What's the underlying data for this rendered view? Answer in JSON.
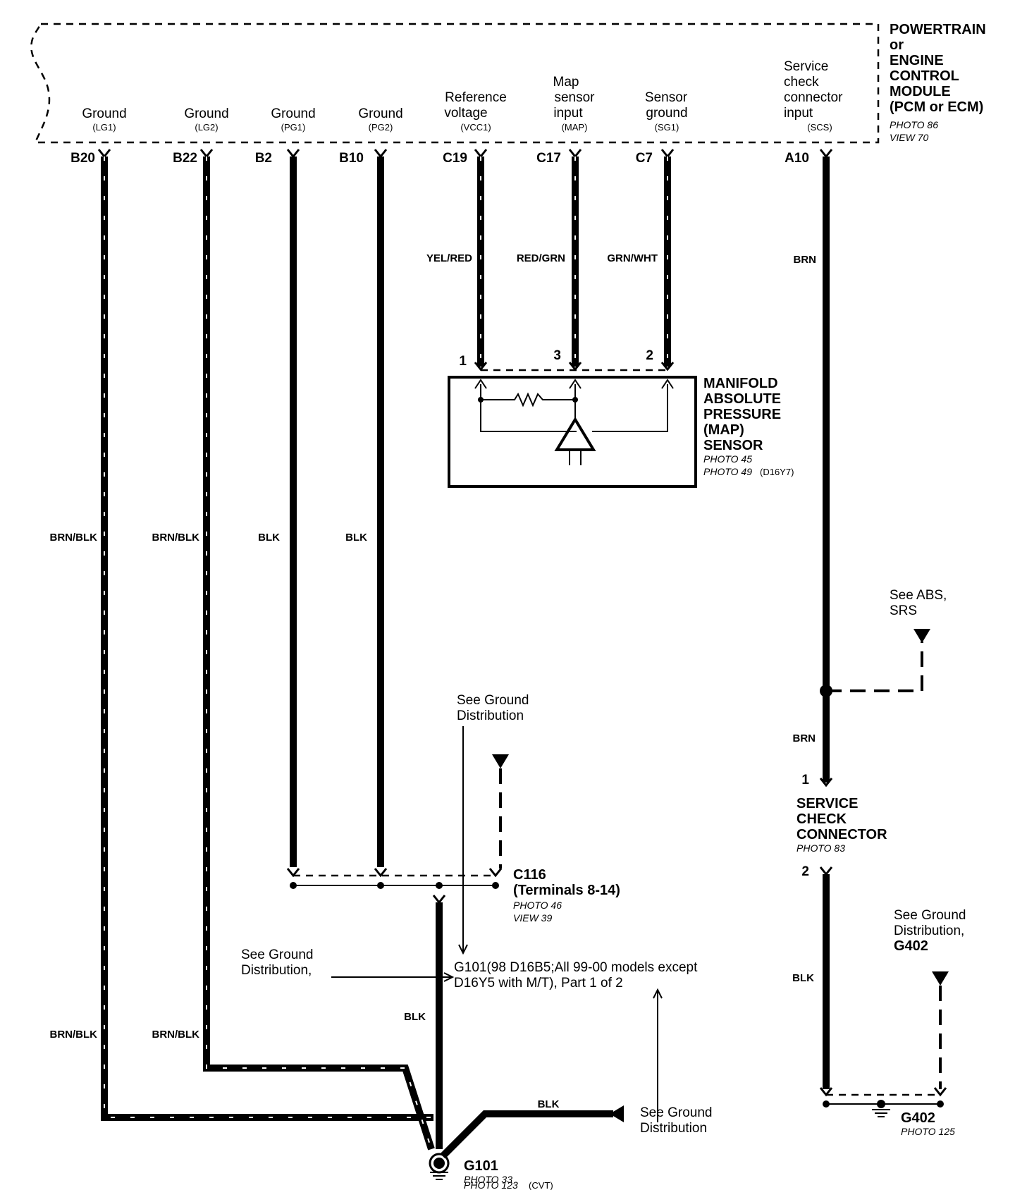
{
  "module": {
    "title_lines": [
      "POWERTRAIN",
      "or",
      "ENGINE",
      "CONTROL",
      "MODULE",
      "(PCM or ECM)"
    ],
    "photo": "PHOTO 86",
    "view": "VIEW 70"
  },
  "terminals": [
    {
      "pin": "B20",
      "label_lines": [
        "Ground"
      ],
      "code": "(LG1)",
      "wire_colors": [
        "BRN/BLK",
        "BRN/BLK"
      ]
    },
    {
      "pin": "B22",
      "label_lines": [
        "Ground"
      ],
      "code": "(LG2)",
      "wire_colors": [
        "BRN/BLK",
        "BRN/BLK"
      ]
    },
    {
      "pin": "B2",
      "label_lines": [
        "Ground"
      ],
      "code": "(PG1)",
      "wire_colors": [
        "BLK"
      ]
    },
    {
      "pin": "B10",
      "label_lines": [
        "Ground"
      ],
      "code": "(PG2)",
      "wire_colors": [
        "BLK"
      ]
    },
    {
      "pin": "C19",
      "label_lines": [
        "Reference",
        "voltage"
      ],
      "code": "(VCC1)",
      "wire_colors": [
        "YEL/RED"
      ]
    },
    {
      "pin": "C17",
      "label_lines": [
        "Map",
        "sensor",
        "input"
      ],
      "code": "(MAP)",
      "wire_colors": [
        "RED/GRN"
      ]
    },
    {
      "pin": "C7",
      "label_lines": [
        "Sensor",
        "ground"
      ],
      "code": "(SG1)",
      "wire_colors": [
        "GRN/WHT"
      ]
    },
    {
      "pin": "A10",
      "label_lines": [
        "Service",
        "check",
        "connector",
        "input"
      ],
      "code": "(SCS)",
      "wire_colors": [
        "BRN",
        "BRN"
      ]
    }
  ],
  "map_sensor": {
    "title_lines": [
      "MANIFOLD",
      "ABSOLUTE",
      "PRESSURE",
      "(MAP)",
      "SENSOR"
    ],
    "photos": [
      "PHOTO 45",
      "PHOTO 49"
    ],
    "photo_note": "(D16Y7)",
    "pins": [
      "1",
      "3",
      "2"
    ]
  },
  "c116": {
    "name": "C116",
    "terminals": "(Terminals 8-14)",
    "photo": "PHOTO 46",
    "view": "VIEW 39"
  },
  "g101": {
    "name": "G101",
    "photos": [
      "PHOTO 33",
      "PHOTO 123"
    ],
    "photo_note": "(CVT)",
    "wire_colors": [
      "BLK",
      "BLK"
    ],
    "note_lines": [
      "G101(98 D16B5;All 99-00 models except",
      "D16Y5 with M/T), Part 1 of 2"
    ]
  },
  "refs": {
    "ground_dist_top": [
      "See Ground",
      "Distribution"
    ],
    "ground_dist_left": [
      "See Ground",
      "Distribution,"
    ],
    "ground_dist_bottom": [
      "See Ground",
      "Distribution"
    ],
    "abs_srs": [
      "See ABS,",
      "SRS"
    ],
    "ground_dist_g402": [
      "See Ground",
      "Distribution,"
    ],
    "g402_ref": "G402"
  },
  "service_check": {
    "title_lines": [
      "SERVICE",
      "CHECK",
      "CONNECTOR"
    ],
    "photo": "PHOTO 83",
    "pins": [
      "1",
      "2"
    ],
    "wire_color": "BLK"
  },
  "g402": {
    "name": "G402",
    "photo": "PHOTO 125"
  }
}
